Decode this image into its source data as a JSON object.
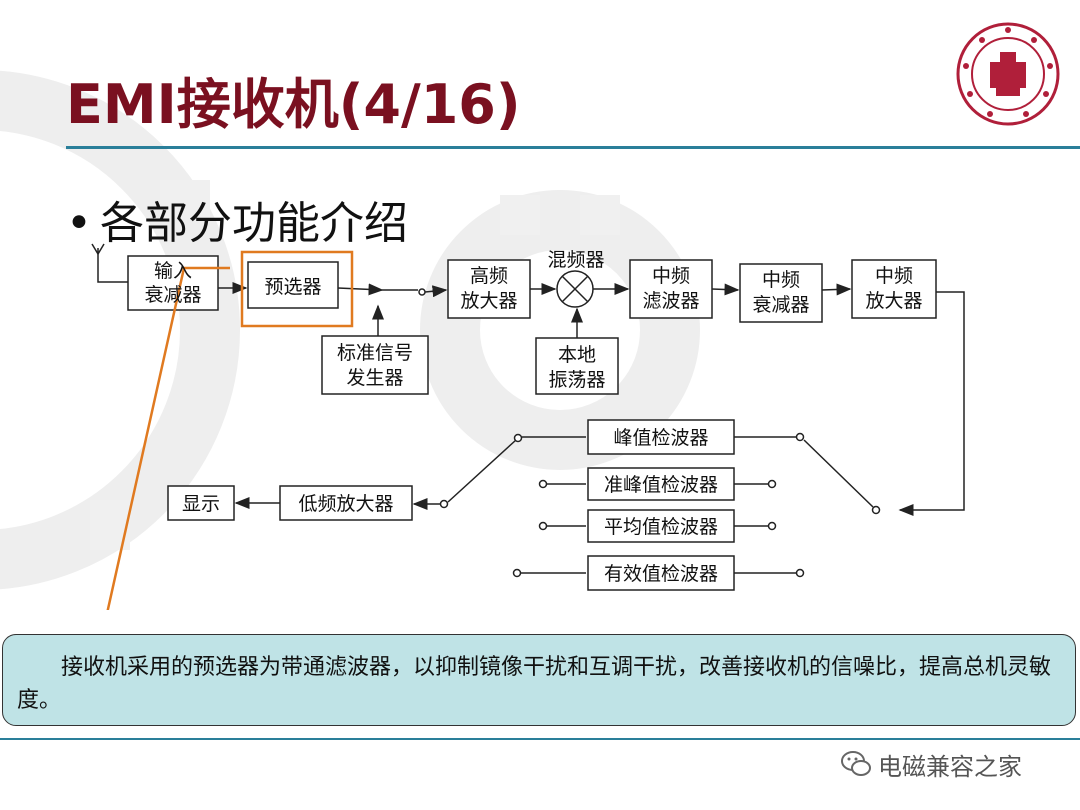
{
  "slide": {
    "title": "EMI接收机(4/16)",
    "bullet": "各部分功能介绍",
    "callout": "接收机采用的预选器为带通滤波器，以抑制镜像干扰和互调干扰，改善接收机的信噪比，提高总机灵敏度。",
    "watermark": "电磁兼容之家"
  },
  "diagram": {
    "blocks": {
      "input_attenuator": [
        "输入",
        "衰减器"
      ],
      "preselector": "预选器",
      "std_signal_gen": [
        "标准信号",
        "发生器"
      ],
      "rf_amp": [
        "高频",
        "放大器"
      ],
      "mixer": "混频器",
      "local_osc": [
        "本地",
        "振荡器"
      ],
      "if_filter": [
        "中频",
        "滤波器"
      ],
      "if_attenuator": [
        "中频",
        "衰减器"
      ],
      "if_amp": [
        "中频",
        "放大器"
      ],
      "peak_detector": "峰值检波器",
      "quasi_peak_detector": "准峰值检波器",
      "average_detector": "平均值检波器",
      "rms_detector": "有效值检波器",
      "lf_amp": "低频放大器",
      "display": "显示"
    }
  },
  "colors": {
    "title": "#7a1020",
    "rule": "#2a7f9a",
    "callout_bg": "#bfe3e6",
    "highlight": "#e07a20"
  },
  "icons": {
    "logo": "university-seal-icon",
    "watermark": "wechat-icon"
  }
}
